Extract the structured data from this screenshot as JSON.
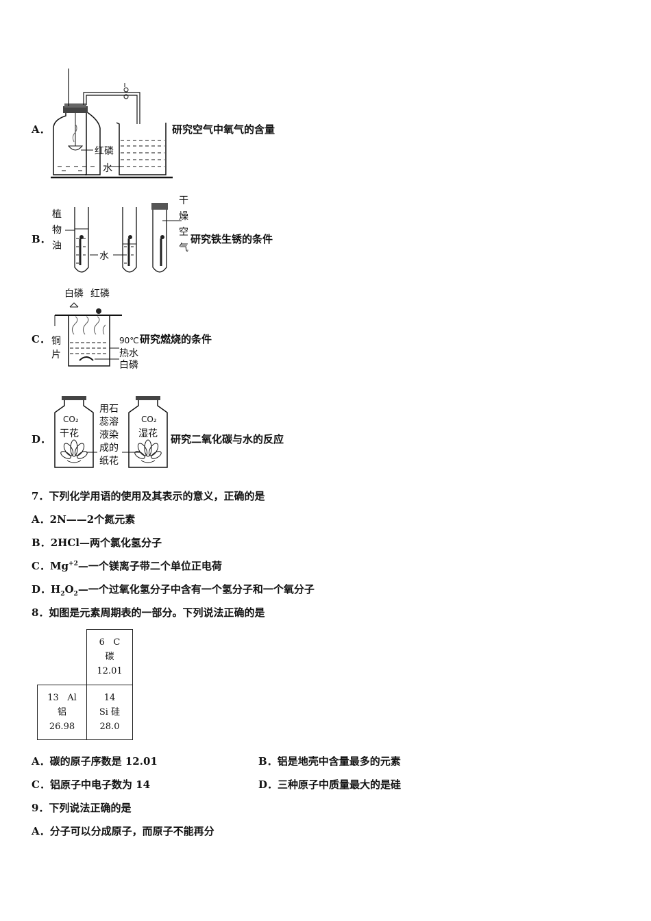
{
  "figures": {
    "A": {
      "letter": "A．",
      "caption": "研究空气中氧气的含量",
      "labels": [
        "红磷",
        "水"
      ]
    },
    "B": {
      "letter": "B．",
      "caption": "研究铁生锈的条件",
      "labels": [
        "植",
        "物",
        "油",
        "水",
        "干",
        "燥",
        "空",
        "气"
      ]
    },
    "C": {
      "letter": "C．",
      "caption": "研究燃烧的条件",
      "labels": [
        "白磷",
        "红磷",
        "铜",
        "片",
        "90℃",
        "热水",
        "白磷"
      ]
    },
    "D": {
      "letter": "D．",
      "caption": "研究二氧化碳与水的反应",
      "labels": [
        "CO₂",
        "干花",
        "CO₂",
        "湿花",
        "用石",
        "蕊溶",
        "液染",
        "成的",
        "纸花"
      ]
    }
  },
  "q7": {
    "stem": "7．下列化学用语的使用及其表示的意义，正确的是",
    "options": [
      {
        "letter": "A．",
        "formula": "2N",
        "text": "——2个氮元素"
      },
      {
        "letter": "B．",
        "formula": "2HCl",
        "text": "—两个氯化氢分子"
      },
      {
        "letter": "C．",
        "formula": "Mg",
        "sup": "+2",
        "text": "—一个镁离子带二个单位正电荷"
      },
      {
        "letter": "D．",
        "formula": "H",
        "sub1": "2",
        "formula2": "O",
        "sub2": "2",
        "text": "—一个过氧化氢分子中含有一个氢分子和一个氧分子"
      }
    ]
  },
  "q8": {
    "stem": "8．如图是元素周期表的一部分。下列说法正确的是",
    "table": {
      "c": {
        "number": "6",
        "symbol": "C",
        "name": "碳",
        "mass": "12.01"
      },
      "al": {
        "number": "13",
        "symbol": "Al",
        "name": "铝",
        "mass": "26.98"
      },
      "si": {
        "number": "14",
        "symbol": "Si",
        "name": "硅",
        "mass": "28.0"
      }
    },
    "options": [
      {
        "letter": "A．",
        "text": "碳的原子序数是 12.01"
      },
      {
        "letter": "B．",
        "text": "铝是地壳中含量最多的元素"
      },
      {
        "letter": "C．",
        "text": "铝原子中电子数为 14"
      },
      {
        "letter": "D．",
        "text": "三种原子中质量最大的是硅"
      }
    ]
  },
  "q9": {
    "stem": "9．下列说法正确的是",
    "options": [
      {
        "letter": "A．",
        "text": "分子可以分成原子，而原子不能再分"
      }
    ]
  }
}
